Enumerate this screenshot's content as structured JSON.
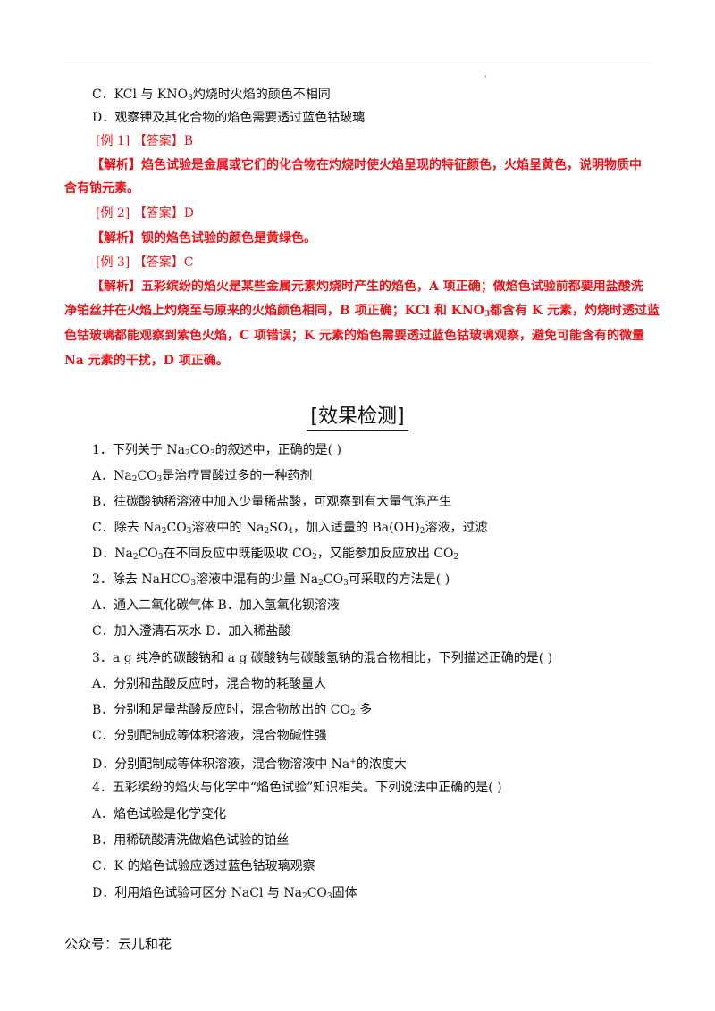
{
  "prev": {
    "optC": {
      "a": "C．KCl 与 KNO",
      "b": "3",
      "c": "灼烧时火焰的颜色不相同"
    },
    "optD": "D．观察钾及其化合物的焰色需要透过蓝色钴玻璃"
  },
  "answers": [
    {
      "tag": "[例 1] 【答案】B",
      "analysis": [
        "【解析】焰色试验是金属或它们的化合物在灼烧时使火焰呈现的特征颜色，火焰呈黄色，说明物质中",
        "含有钠元素。"
      ]
    },
    {
      "tag": "[例 2] 【答案】D",
      "analysis": [
        "【解析】钡的焰色试验的颜色是黄绿色。"
      ]
    },
    {
      "tag": "[例 3] 【答案】C",
      "analysis": [
        {
          "a": "【解析】五彩缤纷的焰火是某些金属元素灼烧时产生的焰色，A 项正确；做焰色试验前都要用盐酸洗"
        },
        {
          "a": "净铂丝并在火焰上灼烧至与原来的火焰颜色相同，B 项正确；KCl 和 KNO",
          "b": "3",
          "c": "都含有 K 元素，灼烧时透过蓝"
        },
        {
          "a": "色钴玻璃都能观察到紫色火焰，C 项错误；K 元素的焰色需要透过蓝色钴玻璃观察，避免可能含有的微量"
        },
        {
          "a": "Na 元素的干扰，D 项正确。"
        }
      ]
    }
  ],
  "section_title": "[效果检测]",
  "questions": {
    "q1": {
      "stem": [
        "1．下列关于 Na",
        "2",
        "CO",
        "3",
        "的叙述中，正确的是(      )"
      ],
      "A": [
        "A．Na",
        "2",
        "CO",
        "3",
        "是治疗胃酸过多的一种药剂"
      ],
      "B": "B．往碳酸钠稀溶液中加入少量稀盐酸，可观察到有大量气泡产生",
      "C": [
        "C．除去 Na",
        "2",
        "CO",
        "3",
        "溶液中的 Na",
        "2",
        "SO",
        "4",
        "，加入适量的 Ba(OH)",
        "2",
        "溶液，过滤"
      ],
      "D": [
        "D．Na",
        "2",
        "CO",
        "3",
        "在不同反应中既能吸收 CO",
        "2",
        "，又能参加反应放出 CO",
        "2"
      ]
    },
    "q2": {
      "stem": [
        "2．除去 NaHCO",
        "3",
        "溶液中混有的少量 Na",
        "2",
        "CO",
        "3",
        "可采取的方法是(      )"
      ],
      "AB": "A．通入二氧化碳气体   B．加入氢氧化钡溶液",
      "CD": "C．加入澄清石灰水      D．加入稀盐酸"
    },
    "q3": {
      "stem": "3．a g 纯净的碳酸钠和 a g 碳酸钠与碳酸氢钠的混合物相比，下列描述正确的是(      )",
      "A": "A．分别和盐酸反应时，混合物的耗酸量大",
      "B": [
        "B．分别和足量盐酸反应时，混合物放出的 CO",
        "2",
        " 多"
      ],
      "C": "C．分别配制成等体积溶液，混合物碱性强",
      "D": [
        "D．分别配制成等体积溶液，混合物溶液中 Na",
        "+",
        "的浓度大"
      ]
    },
    "q4": {
      "stem": "4．五彩缤纷的焰火与化学中“焰色试验”知识相关。下列说法中正确的是(      )",
      "A": "A．焰色试验是化学变化",
      "B": "B．用稀硫酸清洗做焰色试验的铂丝",
      "C": "C．K 的焰色试验应透过蓝色钴玻璃观察",
      "D": [
        "D．利用焰色试验可区分 NaCl 与 Na",
        "2",
        "CO",
        "3",
        "固体"
      ]
    }
  },
  "footer": "公众号：云儿和花",
  "colors": {
    "analysis_red": "#e8141a"
  }
}
